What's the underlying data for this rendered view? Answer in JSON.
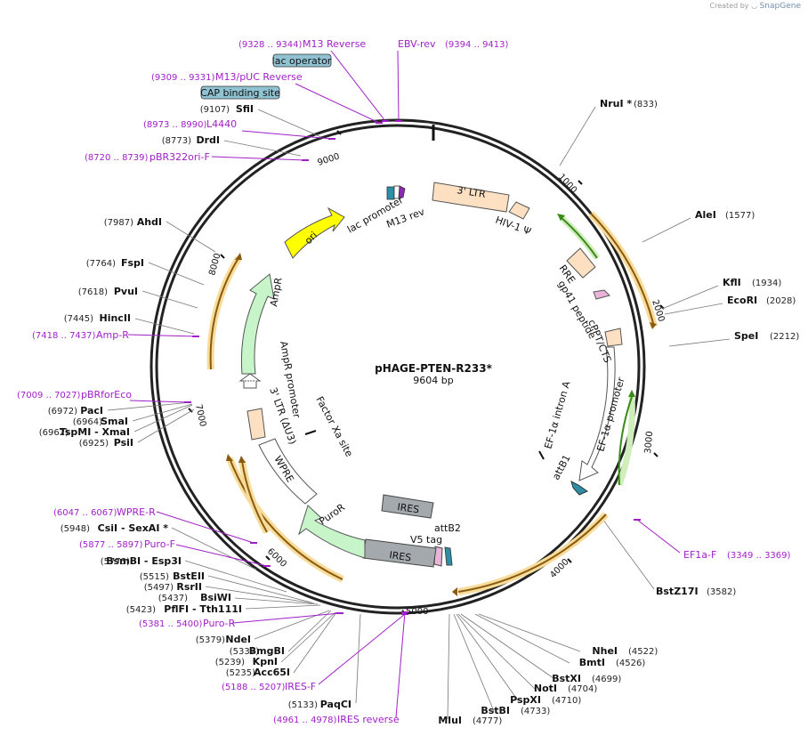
{
  "watermark": {
    "created_by": "Created by",
    "brand": "SnapGene"
  },
  "plasmid": {
    "name": "pHAGE-PTEN-R233*",
    "size": "9604 bp",
    "total_bp": 9604
  },
  "ticks": [
    "1000",
    "2000",
    "3000",
    "4000",
    "5000",
    "6000",
    "7000",
    "8000",
    "9000"
  ],
  "restriction_sites": [
    {
      "name": "NruI *",
      "pos": "(833)"
    },
    {
      "name": "AleI",
      "pos": "(1577)"
    },
    {
      "name": "KflI",
      "pos": "(1934)"
    },
    {
      "name": "EcoRI",
      "pos": "(2028)"
    },
    {
      "name": "SpeI",
      "pos": "(2212)"
    },
    {
      "name": "BstZ17I",
      "pos": "(3582)"
    },
    {
      "name": "NheI",
      "pos": "(4522)"
    },
    {
      "name": "BmtI",
      "pos": "(4526)"
    },
    {
      "name": "BstXI",
      "pos": "(4699)"
    },
    {
      "name": "NotI",
      "pos": "(4704)"
    },
    {
      "name": "PspXI",
      "pos": "(4710)"
    },
    {
      "name": "BstBI",
      "pos": "(4733)"
    },
    {
      "name": "MluI",
      "pos": "(4777)"
    },
    {
      "name": "PaqCI",
      "pos": "(5133)"
    },
    {
      "name": "Acc65I",
      "pos": "(5235)"
    },
    {
      "name": "KpnI",
      "pos": "(5239)"
    },
    {
      "name": "BmgBI",
      "pos": "(5337)"
    },
    {
      "name": "NdeI",
      "pos": "(5379)"
    },
    {
      "name": "PflFI - Tth111I",
      "pos": "(5423)"
    },
    {
      "name": "BsiWI",
      "pos": "(5437)"
    },
    {
      "name": "RsrII",
      "pos": "(5497)"
    },
    {
      "name": "BstEII",
      "pos": "(5515)"
    },
    {
      "name": "BsmBI - Esp3I",
      "pos": "(5773)"
    },
    {
      "name": "CsiI - SexAI *",
      "pos": "(5948)"
    },
    {
      "name": "PsiI",
      "pos": "(6925)"
    },
    {
      "name": "TspMI - XmaI",
      "pos": "(6962)"
    },
    {
      "name": "SmaI",
      "pos": "(6964)"
    },
    {
      "name": "PacI",
      "pos": "(6972)"
    },
    {
      "name": "HincII",
      "pos": "(7445)"
    },
    {
      "name": "PvuI",
      "pos": "(7618)"
    },
    {
      "name": "FspI",
      "pos": "(7764)"
    },
    {
      "name": "AhdI",
      "pos": "(7987)"
    },
    {
      "name": "DrdI",
      "pos": "(8773)"
    },
    {
      "name": "SfiI",
      "pos": "(9107)"
    }
  ],
  "primers": [
    {
      "name": "M13 Reverse",
      "pos": "(9328 .. 9344)"
    },
    {
      "name": "EBV-rev",
      "pos": "(9394 .. 9413)"
    },
    {
      "name": "M13/pUC Reverse",
      "pos": "(9309 .. 9331)"
    },
    {
      "name": "L4440",
      "pos": "(8973 .. 8990)"
    },
    {
      "name": "pBR322ori-F",
      "pos": "(8720 .. 8739)"
    },
    {
      "name": "Amp-R",
      "pos": "(7418 .. 7437)"
    },
    {
      "name": "pBRforEco",
      "pos": "(7009 .. 7027)"
    },
    {
      "name": "WPRE-R",
      "pos": "(6047 .. 6067)"
    },
    {
      "name": "Puro-F",
      "pos": "(5877 .. 5897)"
    },
    {
      "name": "Puro-R",
      "pos": "(5381 .. 5400)"
    },
    {
      "name": "IRES-F",
      "pos": "(5188 .. 5207)"
    },
    {
      "name": "IRES reverse",
      "pos": "(4961 .. 4978)"
    },
    {
      "name": "EF1a-F",
      "pos": "(3349 .. 3369)"
    }
  ],
  "boxed_features": [
    "lac operator",
    "CAP binding site"
  ],
  "features": {
    "ltr3": "3' LTR",
    "hiv_psi": "HIV-1 Ψ",
    "rre": "RRE",
    "gp41": "gp41 peptide",
    "cppt": "cPPT/CTS",
    "ef1a_promoter": "EF-1α promoter",
    "ef1a_intron": "EF-1α intron A",
    "attb1": "attB1",
    "attb2": "attB2",
    "v5tag": "V5 tag",
    "ires_top": "IRES",
    "ires_bottom": "IRES",
    "puror": "PuroR",
    "wpre": "WPRE",
    "ltr_du3": "3' LTR (ΔU3)",
    "factor_xa": "Factor Xa site",
    "ampr_promoter": "AmpR promoter",
    "ampr": "AmpR",
    "ori": "ori",
    "lac_promoter": "lac promoter",
    "m13_rev": "M13 rev"
  },
  "colors": {
    "primer": "#a020c8",
    "orf_fill": "#f0a830",
    "orf_glow": "#f7dc9a",
    "ampr": "#c7f5c9",
    "ori": "#ffff00",
    "ltr": "#fde0c2",
    "ires": "#a4a9ad",
    "teal_box": "#8fc3d2"
  }
}
